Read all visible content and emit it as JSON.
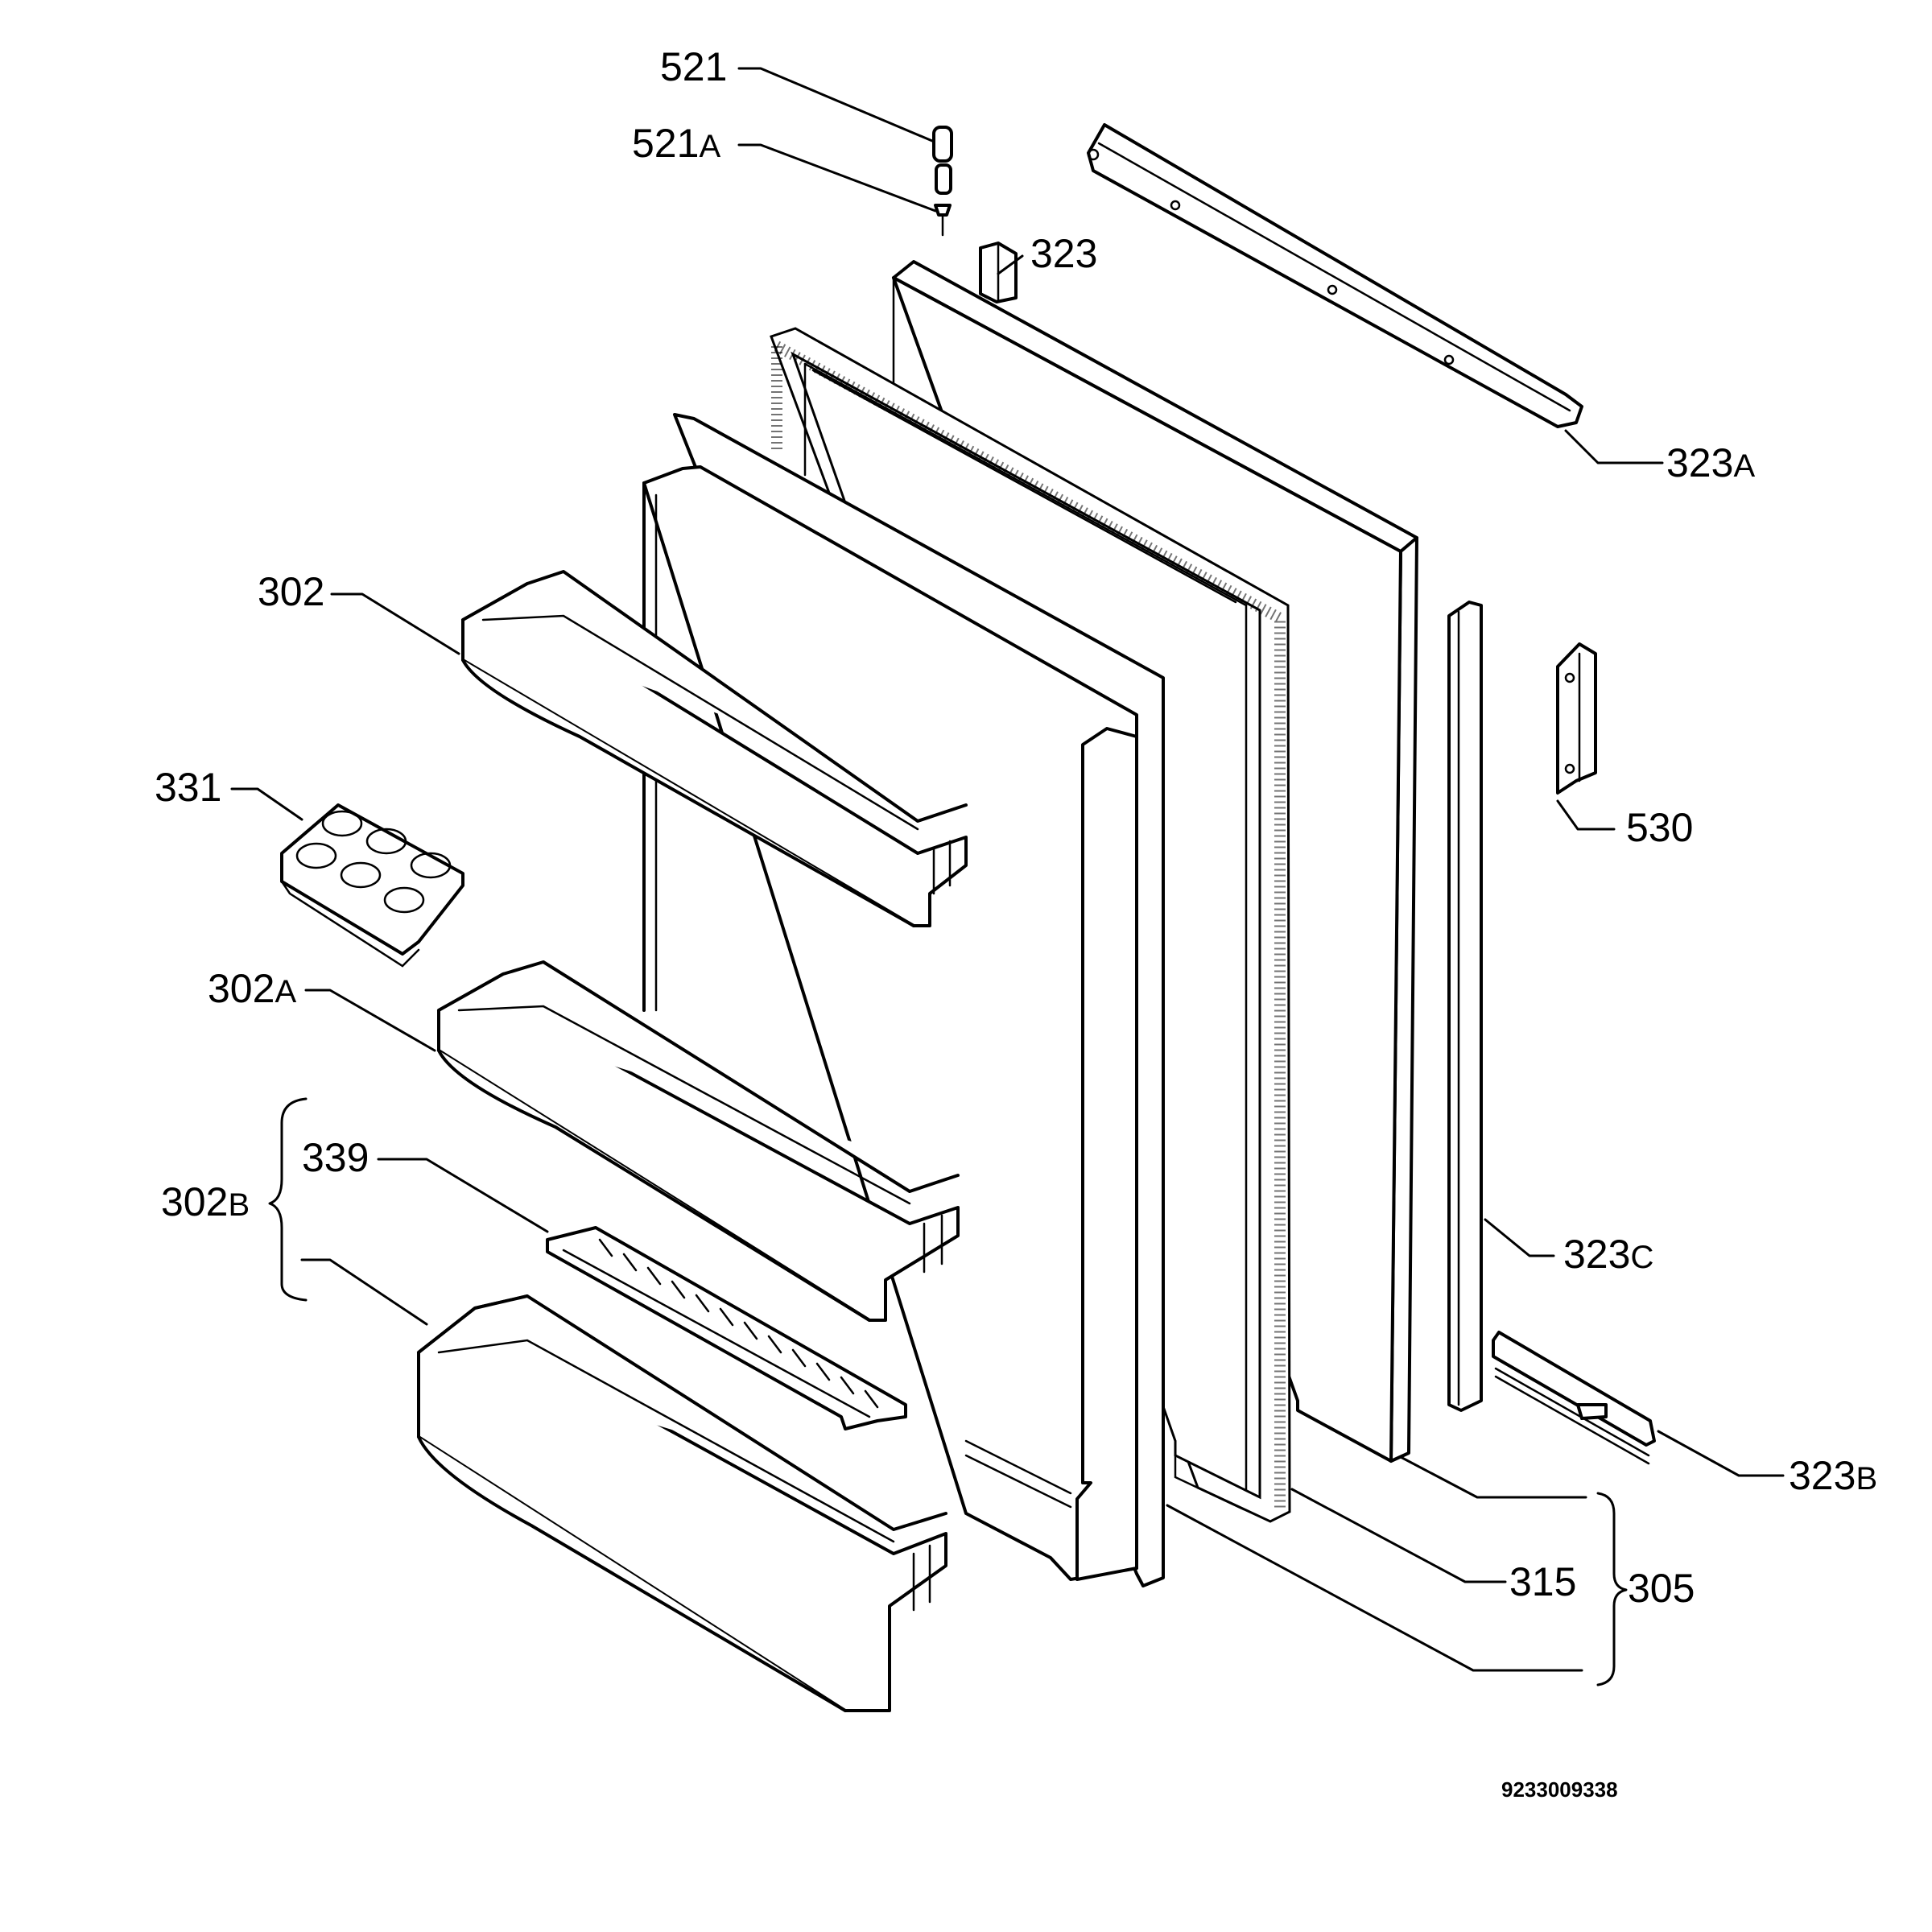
{
  "diagram": {
    "callouts": {
      "c521": {
        "number": "521",
        "suffix": ""
      },
      "c521a": {
        "number": "521",
        "suffix": "A"
      },
      "c323": {
        "number": "323",
        "suffix": ""
      },
      "c323a": {
        "number": "323",
        "suffix": "A"
      },
      "c302": {
        "number": "302",
        "suffix": ""
      },
      "c331": {
        "number": "331",
        "suffix": ""
      },
      "c530": {
        "number": "530",
        "suffix": ""
      },
      "c302a": {
        "number": "302",
        "suffix": "A"
      },
      "c339": {
        "number": "339",
        "suffix": ""
      },
      "c302b": {
        "number": "302",
        "suffix": "B"
      },
      "c323c": {
        "number": "323",
        "suffix": "C"
      },
      "c323b": {
        "number": "323",
        "suffix": "B"
      },
      "c315": {
        "number": "315",
        "suffix": ""
      },
      "c305": {
        "number": "305",
        "suffix": ""
      }
    },
    "document_number": "9233009338"
  }
}
